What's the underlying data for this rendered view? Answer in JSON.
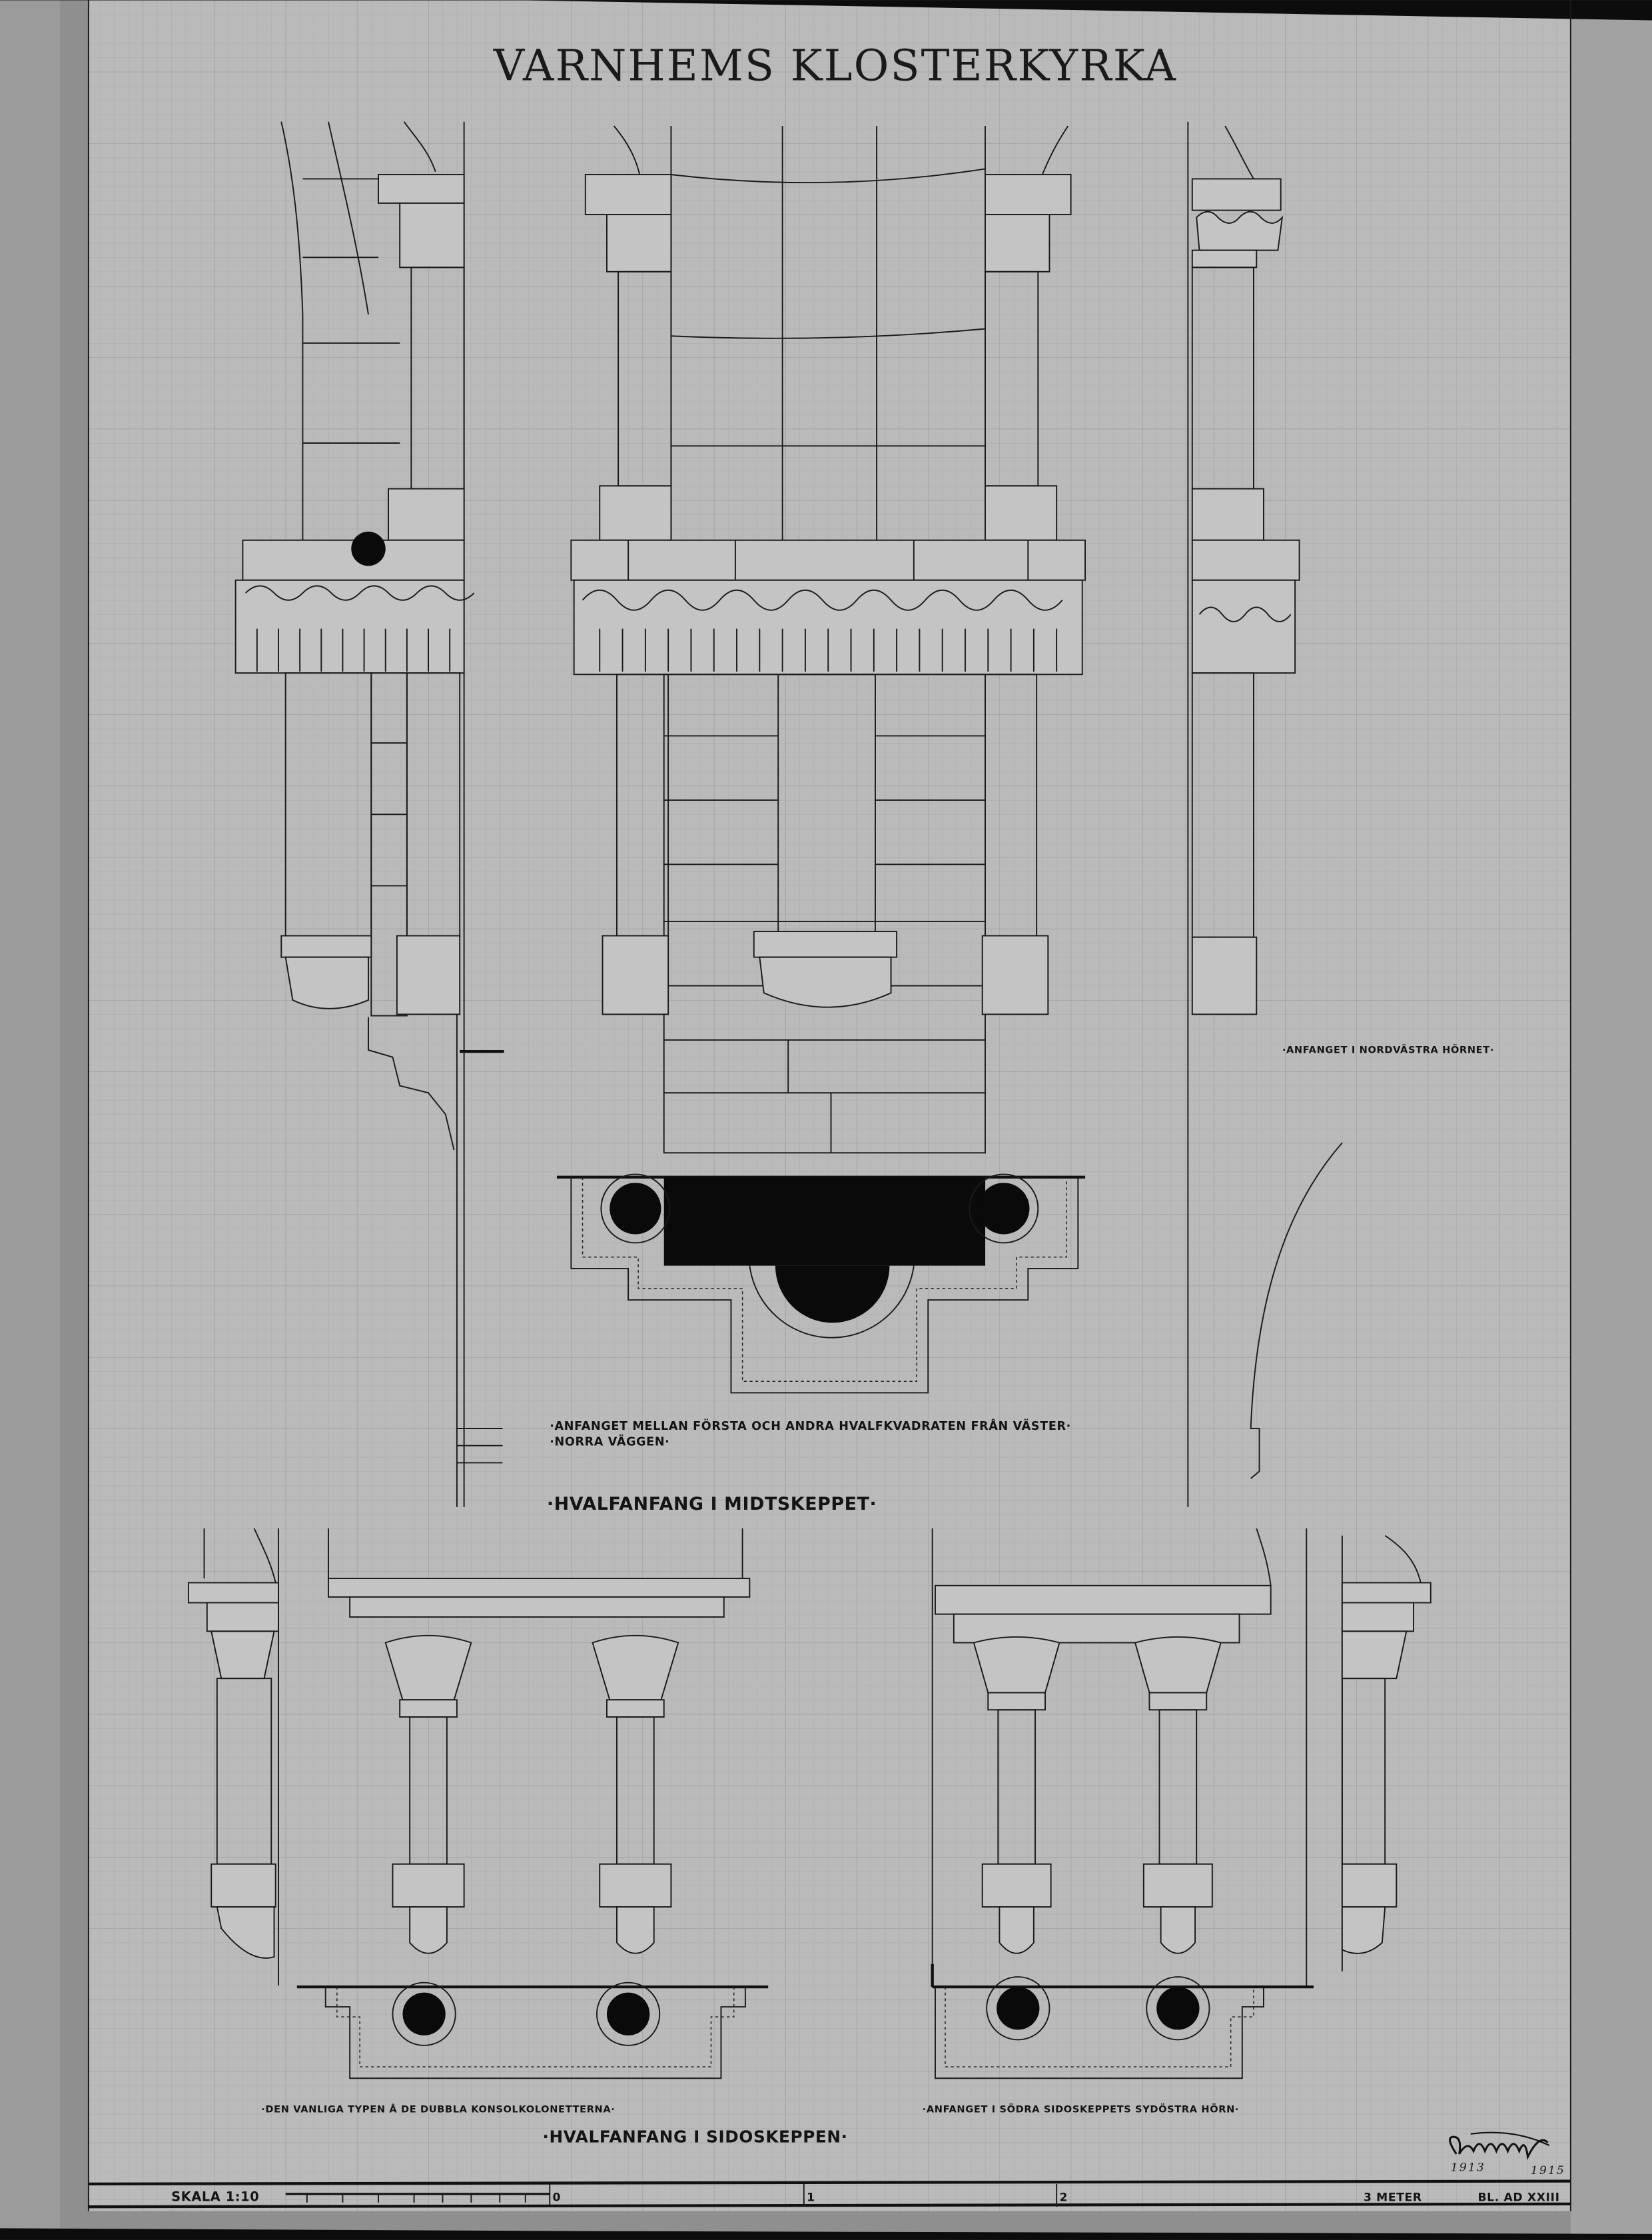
{
  "title": "VARNHEMS KLOSTERKYRKA",
  "midtskeppet": {
    "caption_line1": "·ANFANGET MELLAN FÖRSTA OCH ANDRA HVALFKVADRATEN FRÅN VÄSTER·",
    "caption_line2": "·NORRA VÄGGEN·",
    "heading": "·HVALFANFANG I MIDTSKEPPET·",
    "corner_caption": "·ANFANGET I NORDVÄSTRA HÖRNET·"
  },
  "sidoskeppen": {
    "caption_left": "·DEN VANLIGA TYPEN Å DE DUBBLA KONSOLKOLONETTERNA·",
    "caption_right": "·ANFANGET I SÖDRA SIDOSKEPPETS SYDÖSTRA HÖRN·",
    "heading": "·HVALFANFANG I SIDOSKEPPEN·"
  },
  "scale_bar": {
    "label": "SKALA 1:10",
    "ticks": [
      "0",
      "1",
      "2"
    ],
    "unit": "3 METER",
    "plate": "BL. AD XXIII"
  },
  "signature": {
    "years": [
      "1913",
      "1915"
    ]
  },
  "colors": {
    "paper": "#b9b9b9",
    "ink": "#141414",
    "grid": "#a3a3a3",
    "background": "#1e1e1e"
  }
}
